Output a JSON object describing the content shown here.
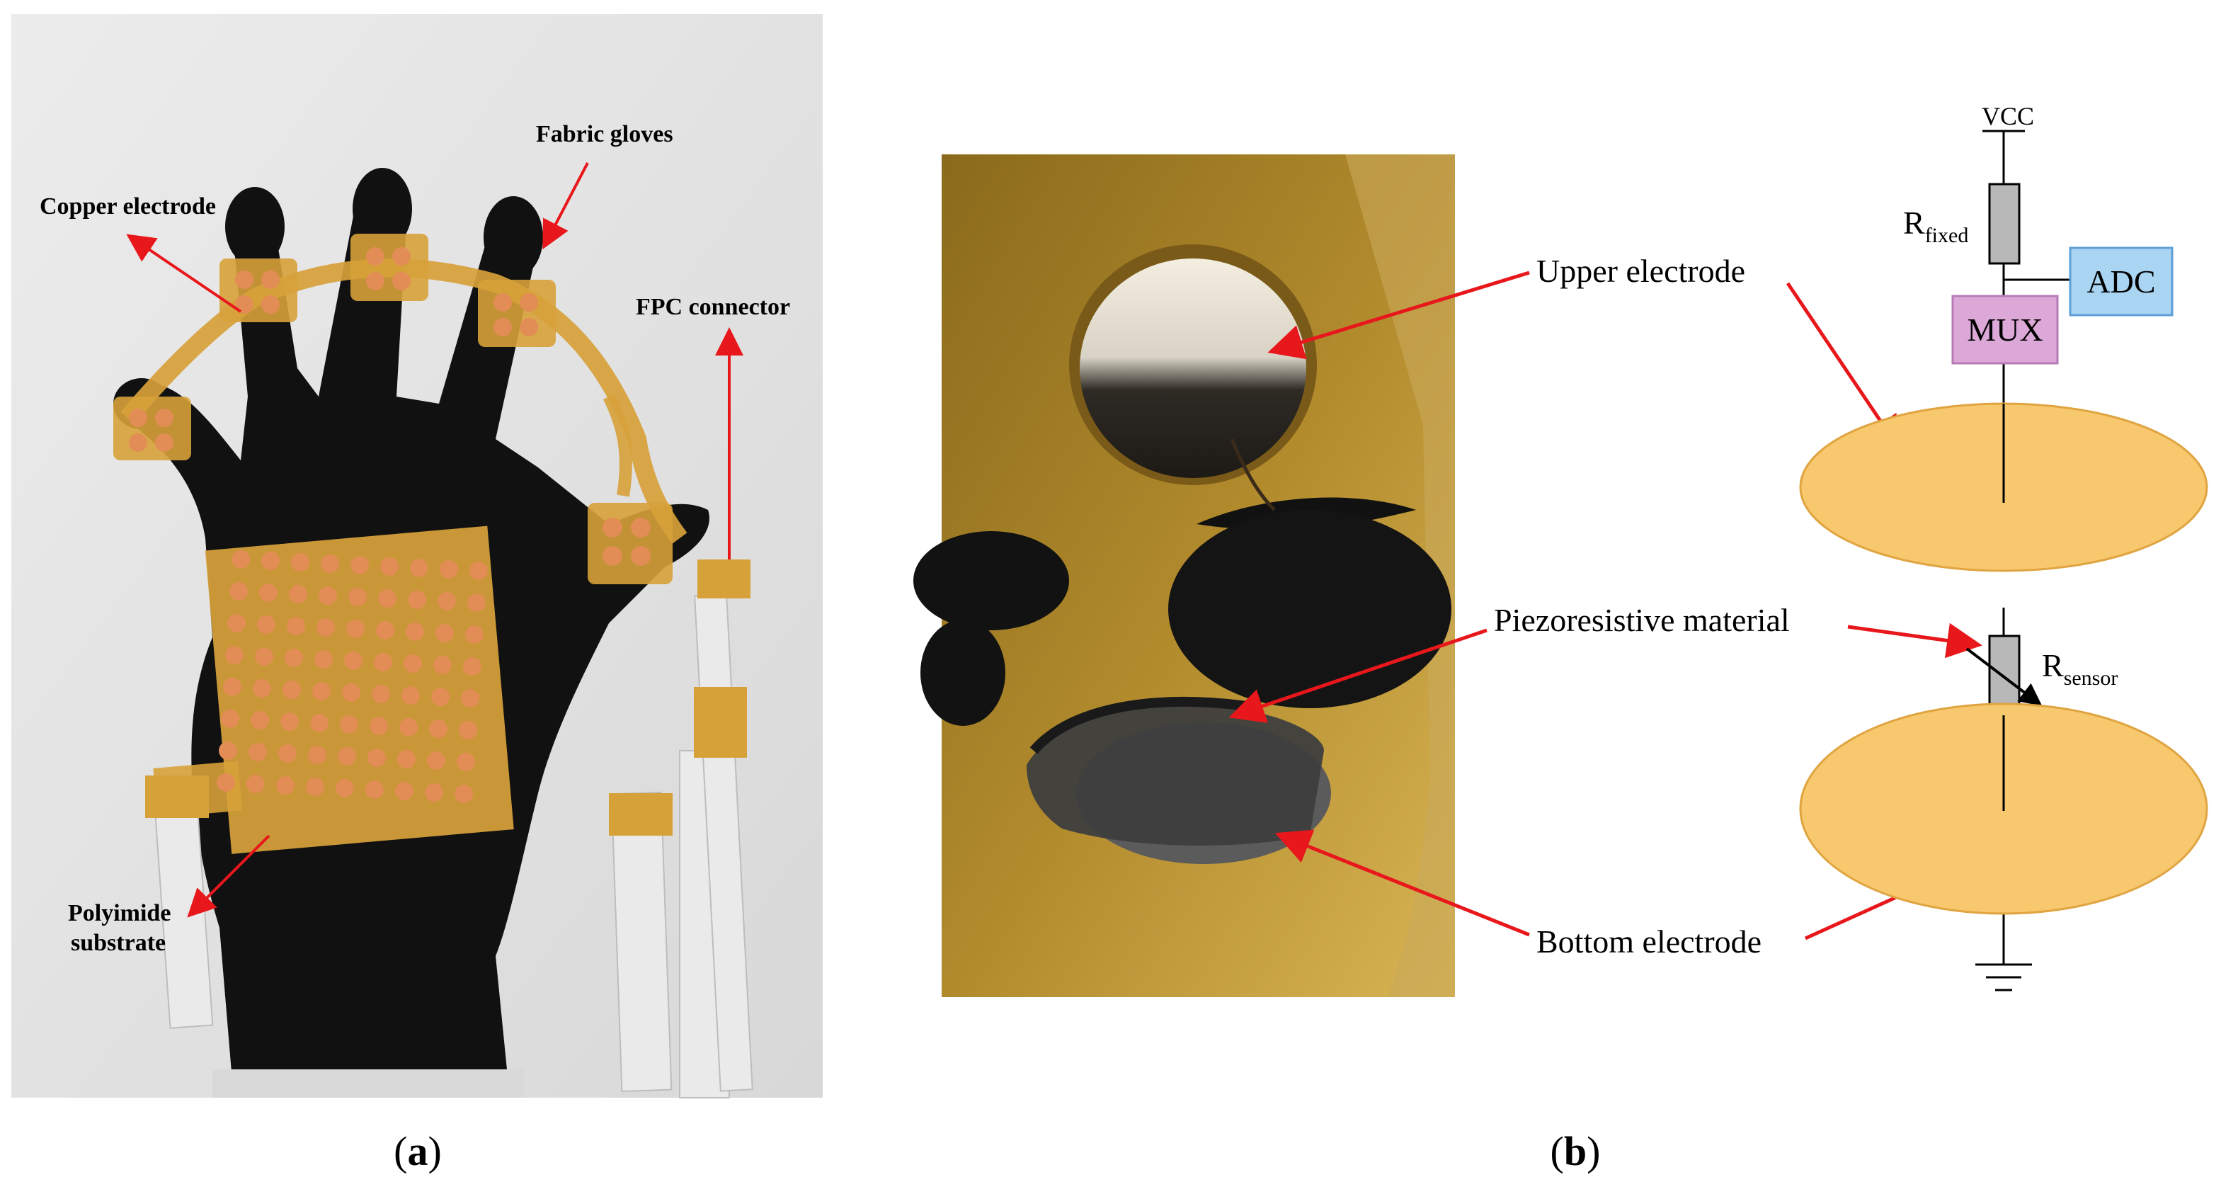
{
  "panel_a": {
    "caption_open": "(",
    "caption_letter": "a",
    "caption_close": ")",
    "labels": {
      "fabric_gloves": "Fabric gloves",
      "copper_electrode": "Copper electrode",
      "fpc_connector": "FPC connector",
      "polyimide_line1": "Polyimide",
      "polyimide_line2": "substrate"
    }
  },
  "panel_b": {
    "caption_open": "(",
    "caption_letter": "b",
    "caption_close": ")",
    "labels": {
      "upper_electrode": "Upper electrode",
      "piezoresistive": "Piezoresistive material",
      "bottom_electrode": "Bottom electrode"
    },
    "circuit": {
      "vcc": "VCC",
      "r_fixed_main": "R",
      "r_fixed_sub": "fixed",
      "adc": "ADC",
      "mux": "MUX",
      "r_sensor_main": "R",
      "r_sensor_sub": "sensor"
    }
  },
  "colors": {
    "arrow": "#e8171b",
    "electrode_fill": "#f8c86e",
    "adc_fill": "#a9d4f2",
    "mux_fill": "#dba8d8",
    "resistor_fill": "#b8b8b8",
    "glove": "#111111",
    "polyimide": "#d7a13a",
    "copper_pad": "#e28d55"
  }
}
